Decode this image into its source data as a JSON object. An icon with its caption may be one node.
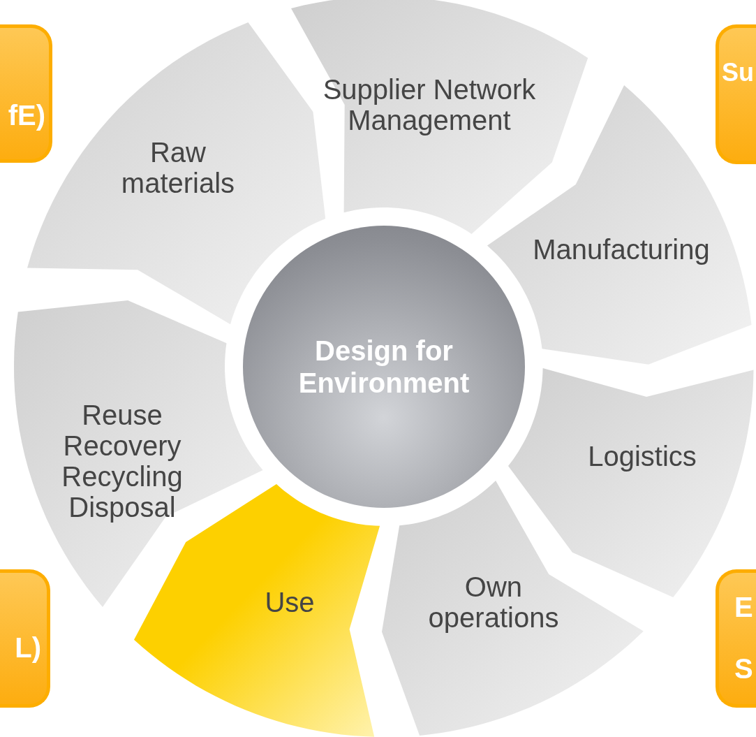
{
  "diagram": {
    "nodes": [
      {
        "text": [
          "Design for Environment"
        ]
      },
      {
        "text": [
          "Supplier Network Management"
        ]
      },
      {
        "text": [
          "Manufacturing"
        ]
      },
      {
        "text": [
          "Logistics"
        ]
      },
      {
        "text": [
          "Own operations"
        ]
      },
      {
        "text": [
          "Use"
        ]
      },
      {
        "text": [
          "Reuse Recovery Recycling Disposal"
        ]
      },
      {
        "text": [
          "Raw materials"
        ]
      },
      {
        "text": [
          "fE)"
        ]
      },
      {
        "text": [
          "Su"
        ]
      },
      {
        "text": [
          "L)"
        ]
      },
      {
        "text": [
          "E",
          "S"
        ]
      }
    ]
  }
}
